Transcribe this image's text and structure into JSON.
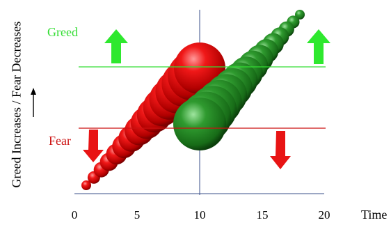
{
  "labels": {
    "greed": "Greed",
    "fear": "Fear",
    "y_axis": "Greed Increases / Fear Decreases",
    "x_axis": "Time"
  },
  "x_ticks": [
    "0",
    "5",
    "10",
    "15",
    "20"
  ],
  "colors": {
    "greed": "#33dd33",
    "fear": "#cc1111",
    "axis": "#3a4f8a",
    "greed_arrow": "#2ee82e",
    "fear_arrow": "#e81414"
  },
  "icons": {
    "greed_arrows": "up-arrow",
    "fear_arrows": "down-arrow",
    "y_axis_arrow": "up-arrow"
  }
}
